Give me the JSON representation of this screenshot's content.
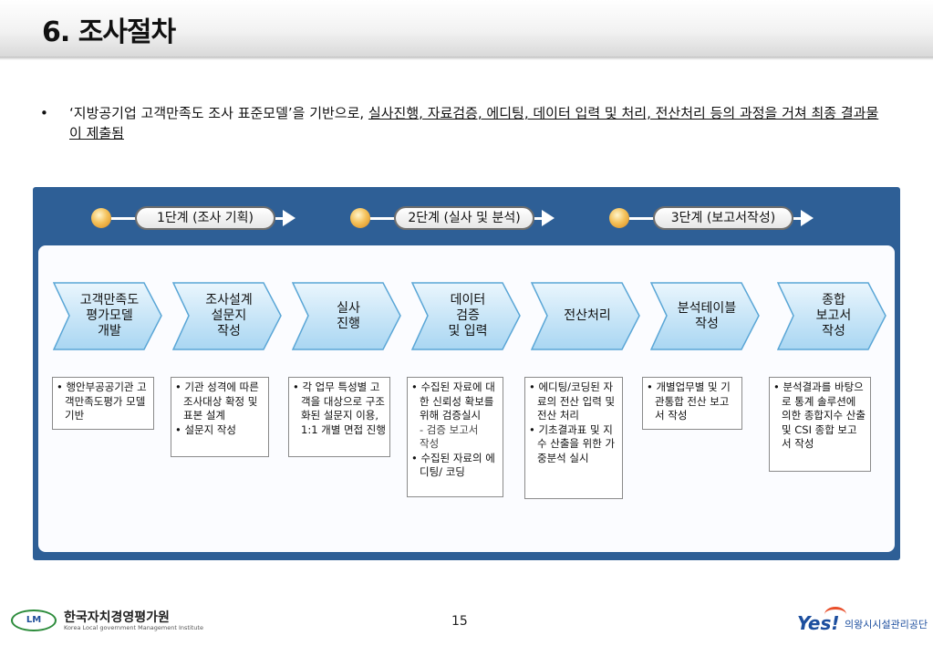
{
  "slide": {
    "title": "6. 조사절차",
    "page_number": "15"
  },
  "bullet": {
    "marker": "•",
    "plain": "‘지방공기업 고객만족도 조사 표준모델’을 기반으로, ",
    "underlined": "실사진행, 자료검증, 에디팅, 데이터 입력 및 처리, 전산처리 등의 과정을 거쳐 최종 결과물이 제출됨"
  },
  "stages": [
    {
      "label": "1단계 (조사 기획)"
    },
    {
      "label": "2단계 (실사 및 분석)"
    },
    {
      "label": "3단계 (보고서작성)"
    }
  ],
  "steps": [
    {
      "label": "고객만족도\n평가모델\n개발"
    },
    {
      "label": "조사설계\n설문지\n작성"
    },
    {
      "label": "실사\n진행"
    },
    {
      "label": "데이터\n검증\n및 입력"
    },
    {
      "label": "전산처리"
    },
    {
      "label": "분석테이블\n작성"
    },
    {
      "label": "종합\n보고서\n작성"
    }
  ],
  "details": [
    {
      "items": [
        "• 행안부공공기관 고객만족도평가 모델 기반"
      ]
    },
    {
      "items": [
        "• 기관 성격에 따른 조사대상 확정 및 표본 설계",
        "• 설문지 작성"
      ]
    },
    {
      "items": [
        "• 각 업무 특성별 고객을 대상으로 구조화된 설문지 이용, 1:1 개별 면접 진행"
      ]
    },
    {
      "items": [
        "• 수집된 자료에 대한 신뢰성 확보를 위해 검증실시"
      ],
      "sub": "- 검증 보고서\n  작성",
      "items2": [
        "• 수집된 자료의 에디팅/ 코딩"
      ]
    },
    {
      "items": [
        "• 에디팅/코딩된 자료의 전산 입력 및 전산 처리",
        "• 기초결과표 및 지수 산출을 위한 가중분석 실시"
      ]
    },
    {
      "items": [
        "• 개별업무별 및 기관통합 전산 보고서 작성"
      ]
    },
    {
      "items": [
        "• 분석결과를 바탕으로 통계 솔루션에 의한 종합지수 산출 및 CSI 종합 보고서 작성"
      ]
    }
  ],
  "footer": {
    "left_logo_mark": "LM",
    "left_org_ko": "한국자치경영평가원",
    "left_org_en": "Korea Local government Management Institute",
    "right_logo_word": "Yes!",
    "right_org": "의왕시시설관리공단"
  },
  "colors": {
    "panel": "#2e5f96",
    "chevron_fill": "#cfe8f7",
    "chevron_edge": "#5aa6d6"
  }
}
